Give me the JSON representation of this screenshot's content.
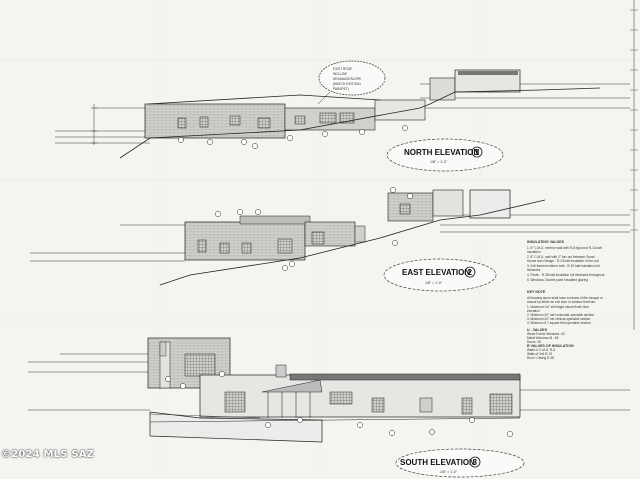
{
  "elevations": [
    {
      "title": "NORTH ELEVATION",
      "number": "1",
      "scale": "1/8\" = 1'-0\""
    },
    {
      "title": "EAST ELEVATION",
      "number": "2",
      "scale": "1/8\" = 1'-0\""
    },
    {
      "title": "SOUTH ELEVATION",
      "number": "3",
      "scale": "1/8\" = 1'-0\""
    }
  ],
  "callout_note": [
    "EXIST ROOF",
    "INCLUDE",
    "DRAINAGE/SLOPE",
    "(MATCH EXISTING",
    "PARAPET)"
  ],
  "insulating": {
    "heading": "INSULATING VALUES",
    "lines": [
      "1. 6\" C.M.U. exterior wall with R-8 rigid and R-13 batt",
      "   insulation",
      "2. 8\" C.M.U. wall with 2\" furr-out between Guest",
      "   House and Garage - R-13 batt insulation in furr-out",
      "3. 2x6 framed exterior wall - R-19 batt insulation full",
      "   thickness",
      "4. Roofs - R-38 batt insulation full thickness throughout",
      "5. Windows: Double pane insulated glazing"
    ]
  },
  "keynote": {
    "heading": "KEY NOTE",
    "lines": [
      "All bearing stone shall have a means of fire escape or",
      "rescue by either an exit door or window that has:",
      "1. Maximum 44\" sill height above finish floor",
      "   elevation",
      "2. Minimum 20\" net horizontal openable section",
      "3. Minimum 24\" net vertical openable section",
      "4. Minimum 5.7 square feet openable section"
    ]
  },
  "u_values": {
    "heading": "U - VALUES",
    "lines": [
      "Wood Frame Windows  .40",
      "Metal Windows Al.  .65",
      "Doors  .35"
    ]
  },
  "r_values": {
    "heading": "R VALUES OF INSULATION",
    "lines": [
      "Walls of C.M.U.  R-8",
      "Walls of 2x6  R-19",
      "Roof / Ceiling  R-38"
    ]
  },
  "watermark": "©2024 MLS SAZ"
}
